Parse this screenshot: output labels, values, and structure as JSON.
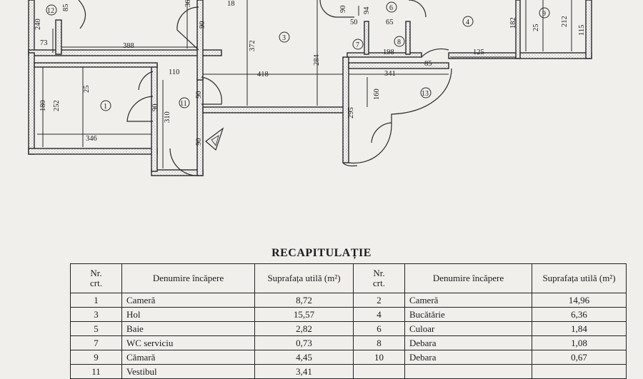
{
  "floor_plan": {
    "dimensions": [
      "85",
      "240",
      "73",
      "388",
      "18",
      "36",
      "90",
      "372",
      "94",
      "50",
      "65",
      "182",
      "25",
      "212",
      "115",
      "110",
      "418",
      "284",
      "198",
      "125",
      "341",
      "85",
      "180",
      "252",
      "25",
      "90",
      "310",
      "90",
      "160",
      "295",
      "346",
      "90",
      "90"
    ],
    "rooms": [
      "1",
      "3",
      "4",
      "6",
      "7",
      "8",
      "9",
      "11",
      "12",
      "13"
    ]
  },
  "recap": {
    "title": "RECAPITULAȚIE",
    "headers": {
      "nr": "Nr.\ncrt.",
      "name": "Denumire încăpere",
      "area": "Suprafața utilă (m²)"
    },
    "rows": [
      {
        "n1": "1",
        "name1": "Cameră",
        "area1": "8,72",
        "n2": "2",
        "name2": "Cameră",
        "area2": "14,96"
      },
      {
        "n1": "3",
        "name1": "Hol",
        "area1": "15,57",
        "n2": "4",
        "name2": "Bucătărie",
        "area2": "6,36"
      },
      {
        "n1": "5",
        "name1": "Baie",
        "area1": "2,82",
        "n2": "6",
        "name2": "Culoar",
        "area2": "1,84"
      },
      {
        "n1": "7",
        "name1": "WC serviciu",
        "area1": "0,73",
        "n2": "8",
        "name2": "Debara",
        "area2": "1,08"
      },
      {
        "n1": "9",
        "name1": "Cămară",
        "area1": "4,45",
        "n2": "10",
        "name2": "Debara",
        "area2": "0,67"
      },
      {
        "n1": "11",
        "name1": "Vestibul",
        "area1": "3,41",
        "n2": "",
        "name2": "",
        "area2": ""
      }
    ]
  }
}
